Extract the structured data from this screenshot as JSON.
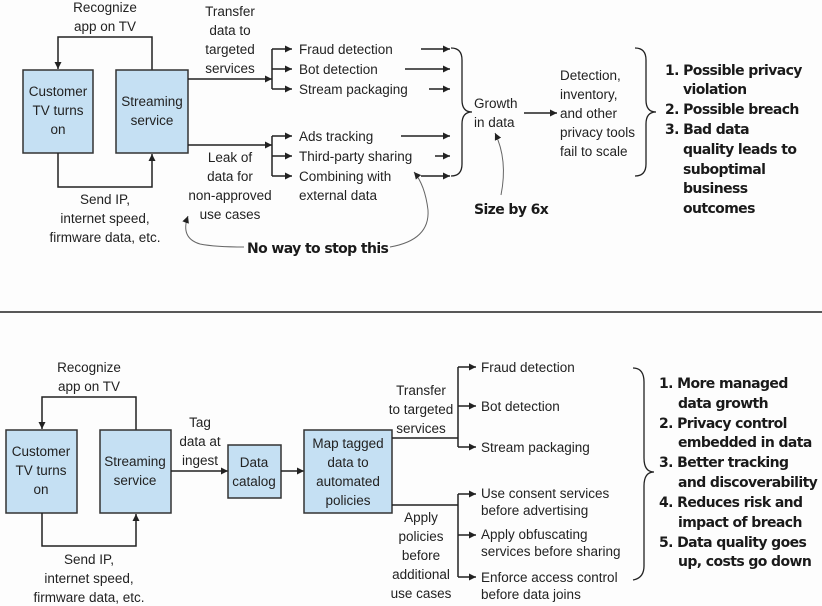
{
  "colors": {
    "box_fill": "#c5e0f3",
    "line": "#222222"
  },
  "top": {
    "recognize": [
      "Recognize",
      "app on TV"
    ],
    "customer_box": [
      "Customer",
      "TV turns",
      "on"
    ],
    "streaming_box": [
      "Streaming",
      "service"
    ],
    "send_ip": [
      "Send IP,",
      "internet speed,",
      "firmware data, etc."
    ],
    "transfer": [
      "Transfer",
      "data to",
      "targeted",
      "services"
    ],
    "leak": [
      "Leak of",
      "data for",
      "non-approved",
      "use cases"
    ],
    "services": [
      "Fraud detection",
      "Bot detection",
      "Stream packaging"
    ],
    "leaks": [
      "Ads tracking",
      "Third-party sharing",
      "Combining with",
      "external data"
    ],
    "growth": [
      "Growth",
      "in data"
    ],
    "size_note": "Size by 6x",
    "no_way": "No way to stop this",
    "detection": [
      "Detection,",
      "inventory,",
      "and other",
      "privacy tools",
      "fail to scale"
    ],
    "outcomes": [
      "1. Possible privacy",
      "violation",
      "2. Possible breach",
      "3. Bad data",
      "quality leads to",
      "suboptimal",
      "business",
      "outcomes"
    ]
  },
  "bottom": {
    "recognize": [
      "Recognize",
      "app on TV"
    ],
    "customer_box": [
      "Customer",
      "TV turns",
      "on"
    ],
    "streaming_box": [
      "Streaming",
      "service"
    ],
    "send_ip": [
      "Send IP,",
      "internet speed,",
      "firmware data, etc."
    ],
    "tag": [
      "Tag",
      "data at",
      "ingest"
    ],
    "catalog_box": [
      "Data",
      "catalog"
    ],
    "map_box": [
      "Map tagged",
      "data to",
      "automated",
      "policies"
    ],
    "transfer": [
      "Transfer",
      "to targeted",
      "services"
    ],
    "apply": [
      "Apply",
      "policies",
      "before",
      "additional",
      "use cases"
    ],
    "services": [
      "Fraud detection",
      "Bot detection",
      "Stream packaging"
    ],
    "policies": [
      "Use consent services",
      "before advertising",
      "Apply obfuscating",
      "services before sharing",
      "Enforce access control",
      "before data joins"
    ],
    "benefits": [
      "1. More managed",
      "data growth",
      "2. Privacy control",
      "embedded in data",
      "3. Better tracking",
      "and discoverability",
      "4. Reduces risk and",
      "impact of breach",
      "5. Data quality goes",
      "up, costs go down"
    ]
  }
}
